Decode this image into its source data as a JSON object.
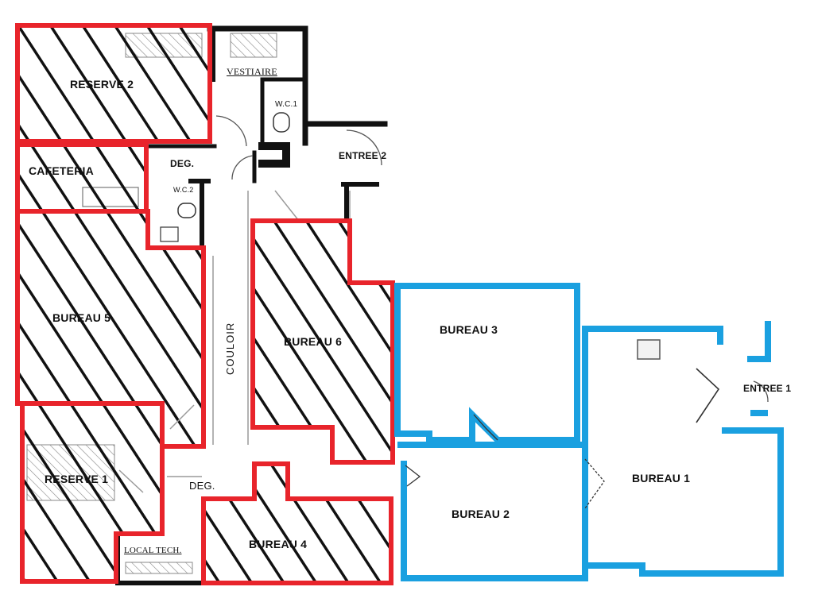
{
  "rooms": {
    "reserve2": "RESERVE 2",
    "vestiaire": "VESTIAIRE",
    "wc1": "W.C.1",
    "deg_top": "DEG.",
    "cafeteria": "CAFETERIA",
    "wc2": "W.C.2",
    "entree2": "ENTREE 2",
    "bureau5": "BUREAU 5",
    "couloir": "COULOIR",
    "bureau6": "BUREAU 6",
    "bureau3": "BUREAU 3",
    "entree1": "ENTREE 1",
    "bureau1": "BUREAU 1",
    "reserve1": "RESERVE 1",
    "deg_bottom": "DEG.",
    "bureau2": "BUREAU 2",
    "bureau4": "BUREAU 4",
    "local_tech": "LOCAL TECH."
  },
  "colors": {
    "red_outline": "#e8242b",
    "blue_outline": "#1aa0e0",
    "wall": "#111111",
    "hatch": "#111111",
    "light_line": "#9a9a9a"
  }
}
